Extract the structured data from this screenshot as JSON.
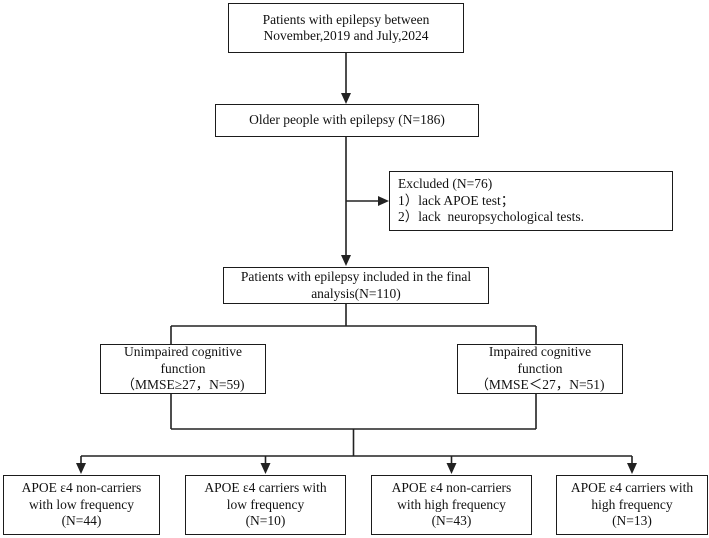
{
  "flowchart": {
    "start": {
      "lines": [
        "Patients with epilepsy between",
        "November,2019 and July,2024"
      ]
    },
    "older": {
      "lines": [
        "Older people with epilepsy (N=186)"
      ]
    },
    "excluded": {
      "lines": [
        "Excluded (N=76)",
        "1）lack APOE test；",
        "2）lack  neuropsychological tests."
      ]
    },
    "final": {
      "lines": [
        "Patients with epilepsy included in the final",
        "analysis(N=110)"
      ]
    },
    "unimpaired": {
      "lines": [
        "Unimpaired cognitive",
        "function",
        "（MMSE≥27，N=59)"
      ]
    },
    "impaired": {
      "lines": [
        "Impaired cognitive",
        "function",
        "（MMSE＜27，N=51)"
      ]
    },
    "group1": {
      "lines": [
        "APOE ε4 non-carriers",
        "with low frequency",
        "(N=44)"
      ]
    },
    "group2": {
      "lines": [
        "APOE ε4 carriers with",
        "low frequency",
        "(N=10)"
      ]
    },
    "group3": {
      "lines": [
        "APOE ε4 non-carriers",
        "with high frequency",
        "(N=43)"
      ]
    },
    "group4": {
      "lines": [
        "APOE ε4 carriers with",
        "high frequency",
        "(N=13)"
      ]
    },
    "colors": {
      "border": "#1b1b1b",
      "text": "#111111",
      "background": "#ffffff",
      "connector": "#222222"
    }
  }
}
